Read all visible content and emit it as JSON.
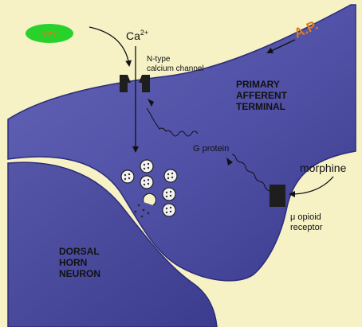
{
  "labels": {
    "ion": "Ca",
    "ion_charge": "2+",
    "channel_line1": "N-type",
    "channel_line2": "calcium channel",
    "action_potential": "A.P.",
    "terminal_line1": "PRIMARY",
    "terminal_line2": "AFFERENT",
    "terminal_line3": "TERMINAL",
    "g_protein": "G protein",
    "drug": "morphine",
    "receptor_line1": "μ opioid",
    "receptor_line2": "receptor",
    "neuron_line1": "DORSAL",
    "neuron_line2": "HORN",
    "neuron_line3": "NEURON",
    "badge_text": "???"
  },
  "colors": {
    "background": "#f6f2c6",
    "terminal": "#5050a6",
    "terminal_dark": "#2c2c7a",
    "neuron": "#4a4a9a",
    "channel": "#1e1e1e",
    "badge": "#29d12b",
    "badge_text": "#e07b1a",
    "ap_label": "#e07b1a",
    "text": "#111111"
  }
}
